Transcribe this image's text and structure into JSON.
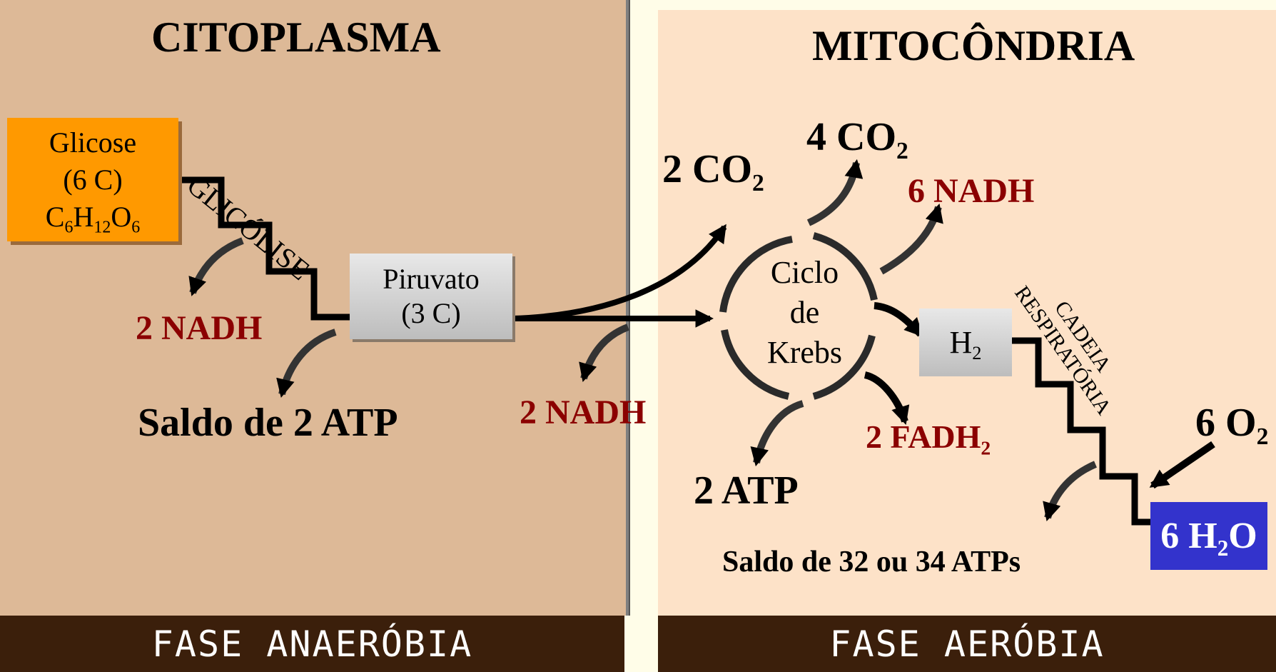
{
  "sections": {
    "left_title": "CITOPLASMA",
    "right_title": "MITOCÔNDRIA",
    "left_footer": "FASE ANAERÓBIA",
    "right_footer": "FASE AERÓBIA"
  },
  "glycolysis": {
    "label": "GLICÓLISE",
    "glucose_line1": "Glicose",
    "glucose_line2": "(6 C)",
    "glucose_formula": {
      "c": "C",
      "c_n": "6",
      "h": "H",
      "h_n": "12",
      "o": "O",
      "o_n": "6"
    },
    "pyruvate_line1": "Piruvato",
    "pyruvate_line2": "(3 C)",
    "nadh_output": "2 NADH",
    "balance": "Saldo de 2 ATP"
  },
  "transition": {
    "nadh_output": "2 NADH",
    "co2_output": {
      "prefix": "2 CO",
      "sub": "2"
    }
  },
  "krebs": {
    "line1": "Ciclo",
    "line2": "de",
    "line3": "Krebs",
    "co2_output": {
      "prefix": "4 CO",
      "sub": "2"
    },
    "nadh_output": "6 NADH",
    "fadh_output": {
      "prefix": "2 FADH",
      "sub": "2"
    },
    "atp_output": "2 ATP"
  },
  "respiratory_chain": {
    "label_line1": "CADEIA",
    "label_line2": "RESPIRATÓRIA",
    "h2": {
      "prefix": "H",
      "sub": "2"
    },
    "o2": {
      "prefix": "6 O",
      "sub": "2"
    },
    "water": {
      "prefix": "6 H",
      "sub": "2",
      "suffix": "O"
    },
    "balance": "Saldo de 32 ou 34 ATPs"
  },
  "colors": {
    "cytoplasm_bg": "#ddb997",
    "mitochondria_bg": "#fde2c8",
    "footer_bg": "#3b1f0b",
    "glucose_box": "#ff9900",
    "water_box": "#3333cc",
    "red_text": "#8b0000"
  }
}
